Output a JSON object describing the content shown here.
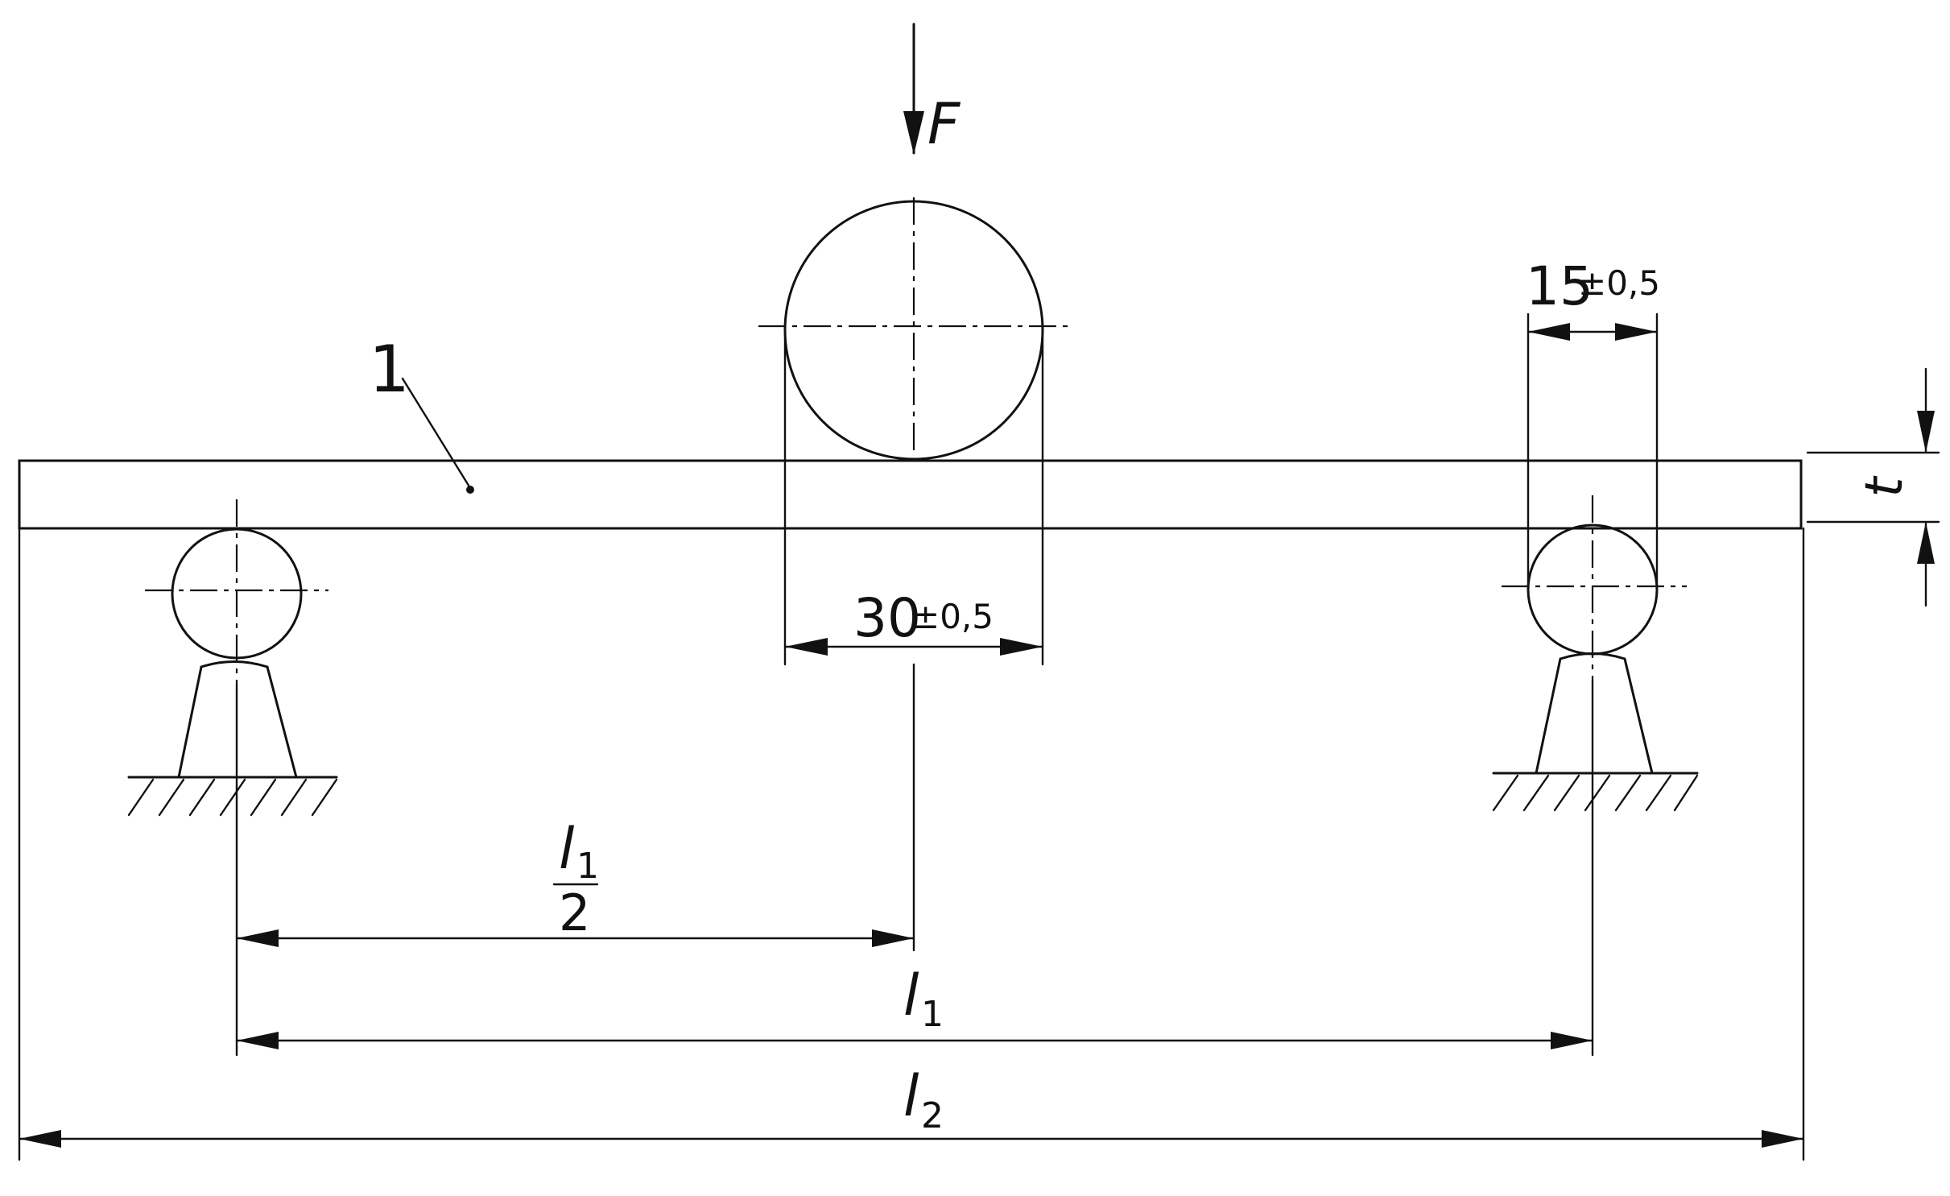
{
  "diagram": {
    "force_label": "F",
    "item_label": "1",
    "loading_roller_diameter": "30",
    "loading_roller_tolerance": "±0,5",
    "support_roller_width": "15",
    "support_roller_tolerance": "±0,5",
    "thickness_label": "t",
    "half_span_numerator": "l",
    "half_span_numerator_sub": "1",
    "half_span_denominator": "2",
    "span_label": "l",
    "span_sub": "1",
    "length_label": "l",
    "length_sub": "2"
  }
}
